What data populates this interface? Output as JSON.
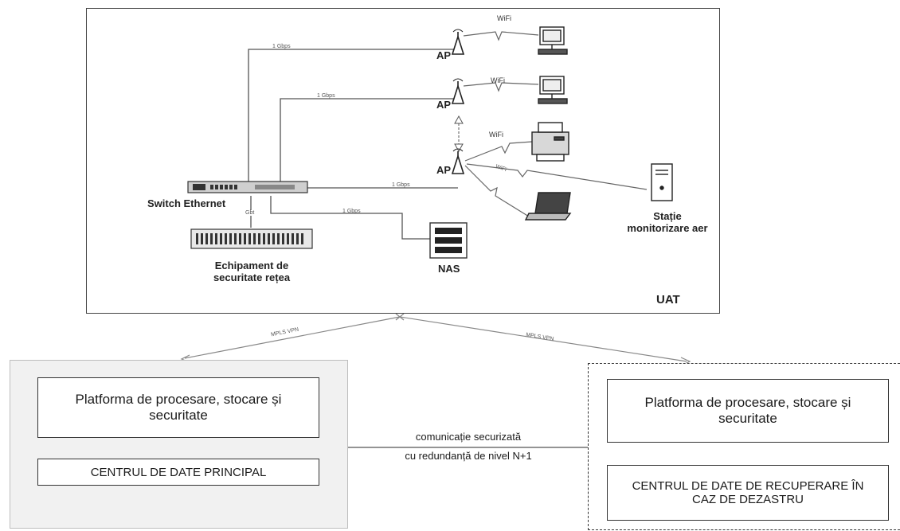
{
  "diagram": {
    "uat_label": "UAT",
    "links": {
      "ap1": "1 Gbps",
      "ap2": "1 Gbps",
      "ap3": "1 Gbps",
      "nas": "1 Gbps",
      "security": "Gbt",
      "mpls_left": "MPLS VPN",
      "mpls_right": "MPLS VPN"
    },
    "wifi": [
      "WiFi",
      "WiFi",
      "WiFi",
      "WiFi"
    ],
    "ap_labels": [
      "AP",
      "AP",
      "AP"
    ],
    "nodes": {
      "switch": "Switch Ethernet",
      "security_line1": "Echipament de",
      "security_line2": "securitate rețea",
      "nas": "NAS",
      "station_line1": "Stație",
      "station_line2": "monitorizare aer"
    },
    "datacenter_main": {
      "platform": "Platforma de procesare, stocare și securitate",
      "title": "CENTRUL DE DATE PRINCIPAL"
    },
    "datacenter_dr": {
      "platform": "Platforma de procesare, stocare și securitate",
      "title": "CENTRUL DE DATE DE RECUPERARE ÎN CAZ DE DEZASTRU"
    },
    "link_note_line1": "comunicație securizată",
    "link_note_line2": "cu redundanță de nivel N+1"
  }
}
